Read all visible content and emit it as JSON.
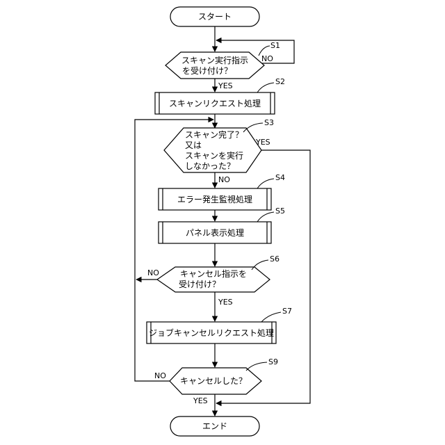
{
  "nodes": {
    "start": "スタート",
    "s1": [
      "スキャン実行指示",
      "を受け付け？"
    ],
    "s2": "スキャンリクエスト処理",
    "s3": [
      "スキャン完了？",
      "又は",
      "スキャンを実行",
      "しなかった？"
    ],
    "s4": "エラー発生監視処理",
    "s5": "パネル表示処理",
    "s6": [
      "キャンセル指示を",
      "受け付け？"
    ],
    "s7": "ジョブキャンセルリクエスト処理",
    "s9": "キャンセルした？",
    "end": "エンド"
  },
  "steps": {
    "s1": "S1",
    "s2": "S2",
    "s3": "S3",
    "s4": "S4",
    "s5": "S5",
    "s6": "S6",
    "s7": "S7",
    "s9": "S9"
  },
  "branches": {
    "s1_no": "NO",
    "s1_yes": "YES",
    "s3_yes": "YES",
    "s3_no": "NO",
    "s6_no": "NO",
    "s6_yes": "YES",
    "s9_no": "NO",
    "s9_yes": "YES"
  }
}
